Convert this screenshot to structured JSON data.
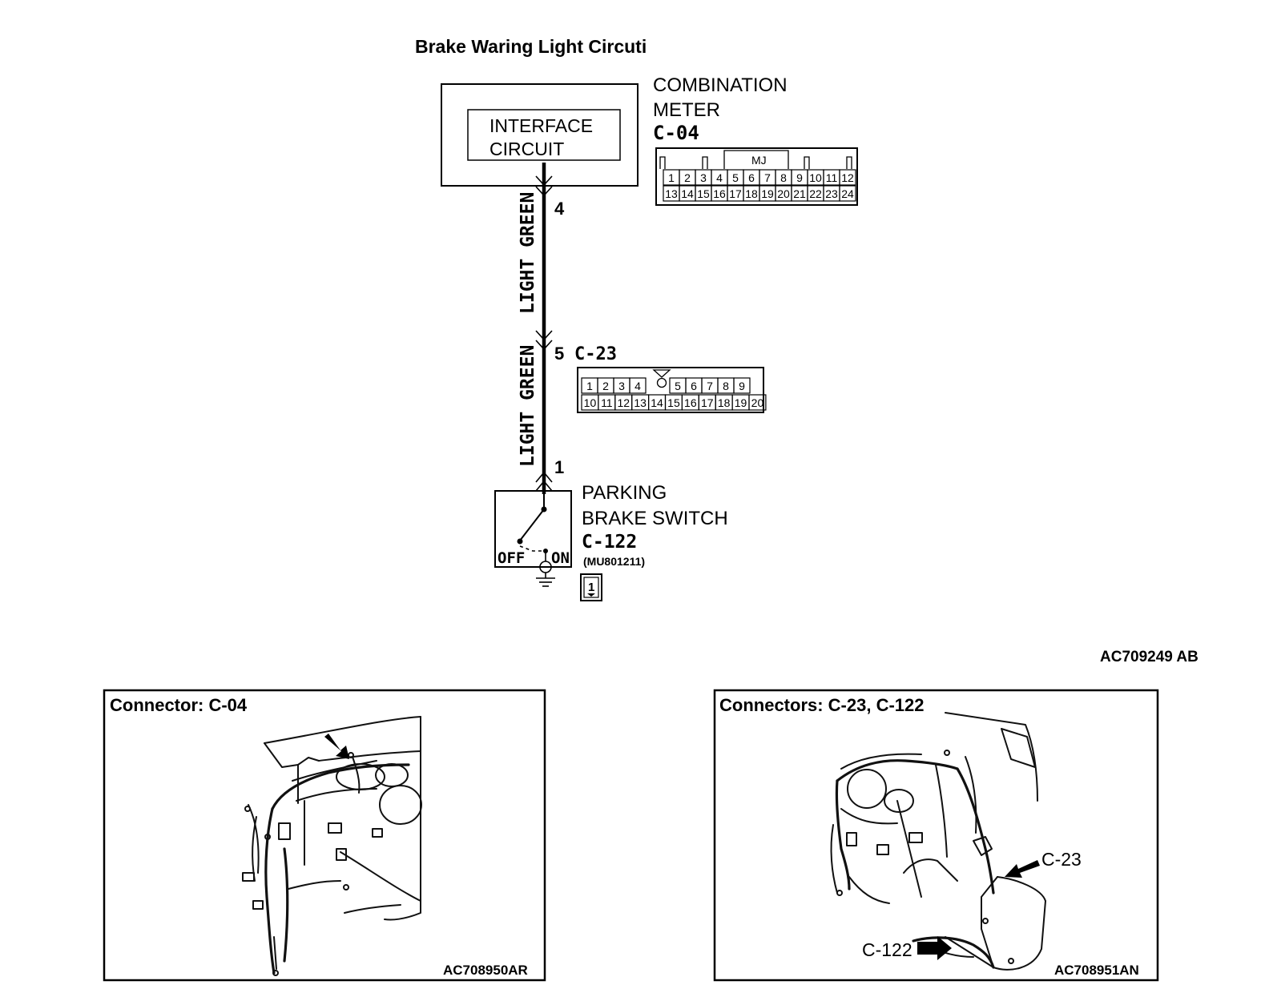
{
  "title": "Brake Waring Light Circuti",
  "combination_meter": {
    "name_line1": "COMBINATION",
    "name_line2": "METER",
    "connector": "C-04",
    "interface_line1": "INTERFACE",
    "interface_line2": "CIRCUIT",
    "pin": "4",
    "connector_tag": "MJ",
    "pins_row1": [
      "1",
      "2",
      "3",
      "4",
      "5",
      "6",
      "7",
      "8",
      "9",
      "10",
      "11",
      "12"
    ],
    "pins_row2": [
      "13",
      "14",
      "15",
      "16",
      "17",
      "18",
      "19",
      "20",
      "21",
      "22",
      "23",
      "24"
    ]
  },
  "wire_upper_color": "LIGHT GREEN",
  "wire_lower_color": "LIGHT GREEN",
  "junction_connector": {
    "pin": "5",
    "connector": "C-23",
    "pins_row1": [
      "1",
      "2",
      "3",
      "4",
      "",
      "5",
      "6",
      "7",
      "8",
      "9"
    ],
    "pins_row2": [
      "10",
      "11",
      "12",
      "13",
      "14",
      "15",
      "16",
      "17",
      "18",
      "19",
      "20"
    ]
  },
  "parking_brake_switch": {
    "pin": "1",
    "name_line1": "PARKING",
    "name_line2": "BRAKE SWITCH",
    "connector": "C-122",
    "part_number": "(MU801211)",
    "off_label": "OFF",
    "on_label": "ON",
    "ref_badge": "1"
  },
  "diagram_code": "AC709249 AB",
  "panel_left": {
    "title": "Connector: C-04",
    "code": "AC708950AR"
  },
  "panel_right": {
    "title": "Connectors: C-23, C-122",
    "code": "AC708951AN",
    "label_c23": "C-23",
    "label_c122": "C-122"
  }
}
